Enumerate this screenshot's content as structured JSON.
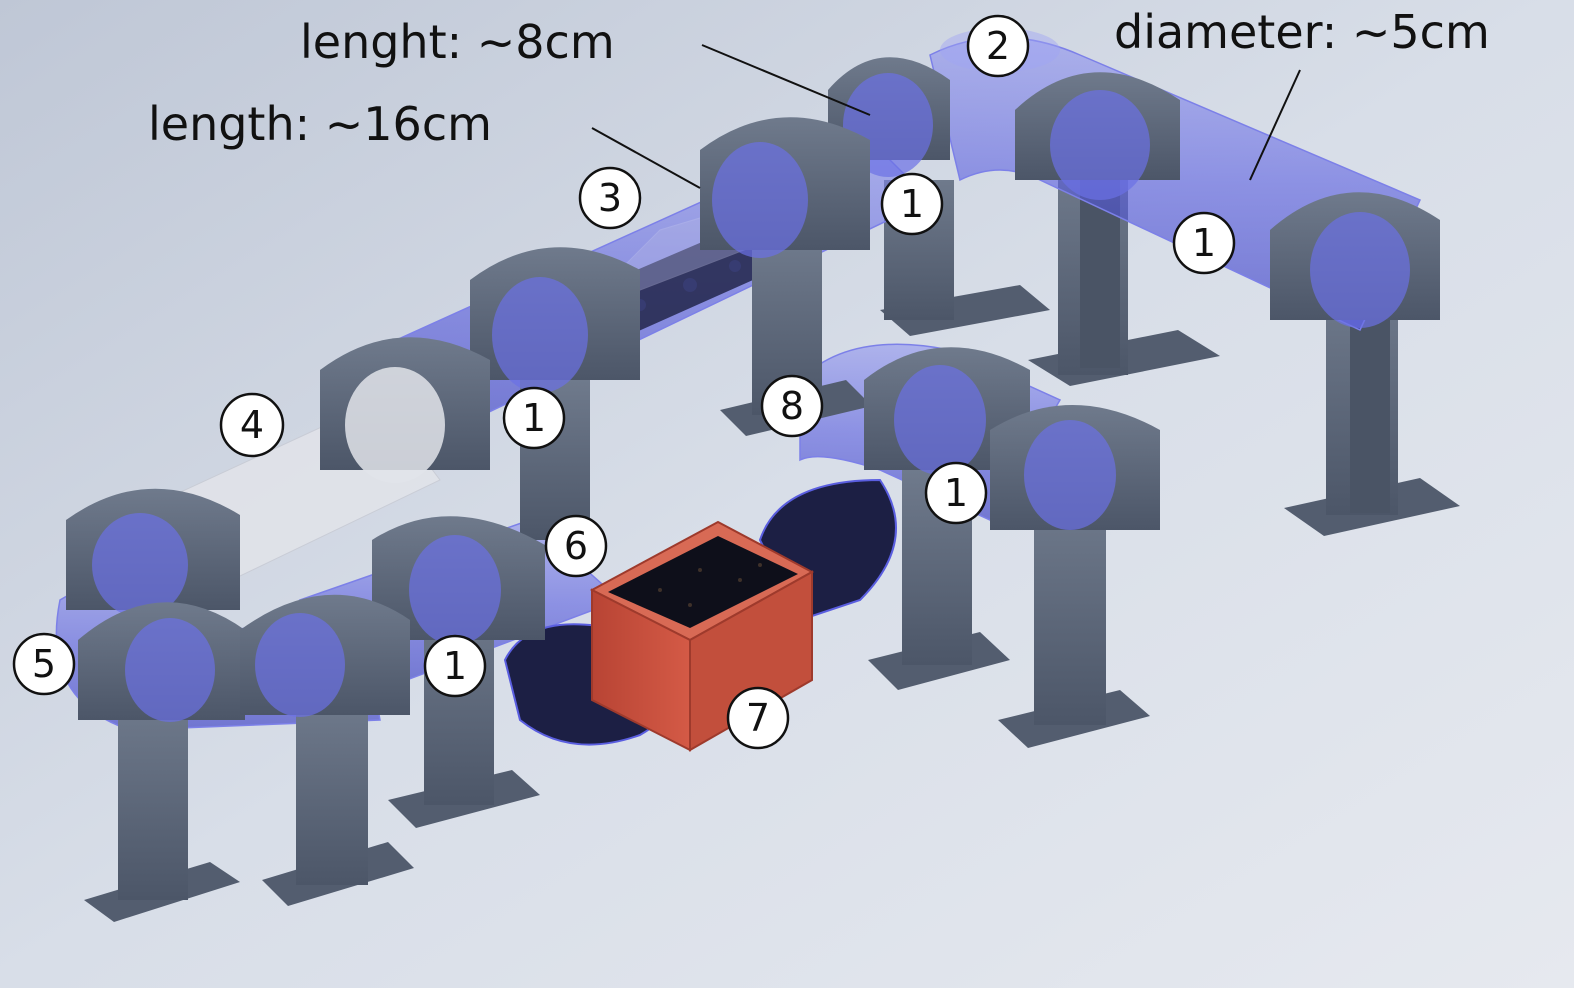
{
  "annotations": {
    "length_short": "lenght: ~8cm",
    "length_long": "length: ~16cm",
    "diameter": "diameter: ~5cm"
  },
  "markers": {
    "m1": "1",
    "m2": "2",
    "m3": "3",
    "m4": "4",
    "m5": "5",
    "m6": "6",
    "m7": "7",
    "m8": "8"
  },
  "colors": {
    "background": "#d6dce6",
    "tube": "#5a5ee0",
    "clamp": "#5b6678",
    "box": "#c8503e",
    "soil": "#1a1d3a"
  }
}
